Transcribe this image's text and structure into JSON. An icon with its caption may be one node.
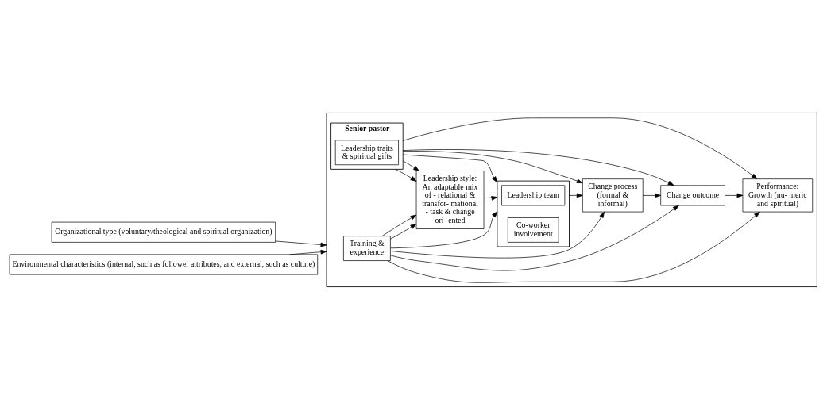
{
  "diagram": {
    "nodes": [
      {
        "text": [
          "Organizational type (voluntary/theological and spiritual organization)"
        ]
      },
      {
        "text": [],
        "shape": "box"
      },
      {
        "text": [
          "Training & experience"
        ],
        "in": 1
      },
      {
        "text": [
          "Senior pastor"
        ],
        "in": 1
      },
      {
        "text": [
          "Leadership traits & spiritual gifts"
        ],
        "in": 3
      },
      {
        "text": [
          "Leadership style: An adaptable mix of - relational & transfor- mational - task & change ori- ented"
        ],
        "in": 1
      },
      {
        "text": [],
        "shape": "box",
        "in": 1
      },
      {
        "text": [
          "Leadership team"
        ],
        "in": 6
      },
      {
        "text": [
          "Co-worker involvement"
        ],
        "in": 6
      },
      {
        "text": [
          "Change process (formal & informal)"
        ],
        "in": 1
      },
      {
        "text": [
          "Change outcome"
        ],
        "in": 1
      },
      {
        "text": [
          "Performance: Growth (nu- meric and spiritual)"
        ],
        "in": 1
      },
      {
        "text": [
          "Environmental characteristics (internal, such as follower attributes, and external, such as culture)"
        ]
      }
    ],
    "edges": [
      {
        "from": 0,
        "to": 1,
        "arrow": "to"
      },
      {
        "from": 2,
        "to": 5,
        "arrow": "to"
      },
      {
        "from": 2,
        "to": 5,
        "arrow": "to"
      },
      {
        "from": 2,
        "to": 6,
        "arrow": "to"
      },
      {
        "from": 2,
        "to": 9,
        "arrow": "to"
      },
      {
        "from": 2,
        "to": 10,
        "arrow": "to"
      },
      {
        "from": 2,
        "to": 11,
        "arrow": "to"
      },
      {
        "from": 3,
        "to": 5,
        "arrow": "to"
      },
      {
        "from": 5,
        "to": 6,
        "arrow": "to"
      },
      {
        "from": 6,
        "to": 9,
        "arrow": "to"
      },
      {
        "from": 9,
        "to": 10,
        "arrow": "to"
      },
      {
        "from": 10,
        "to": 11,
        "arrow": "to"
      },
      {
        "from": 3,
        "to": 5,
        "arrow": "to"
      },
      {
        "from": 3,
        "to": 6,
        "arrow": "to"
      },
      {
        "from": 3,
        "to": 9,
        "arrow": "to"
      },
      {
        "from": 3,
        "to": 10,
        "arrow": "to"
      },
      {
        "from": 3,
        "to": 11,
        "arrow": "to"
      },
      {
        "from": 12,
        "to": 1,
        "arrow": "to"
      }
    ]
  }
}
